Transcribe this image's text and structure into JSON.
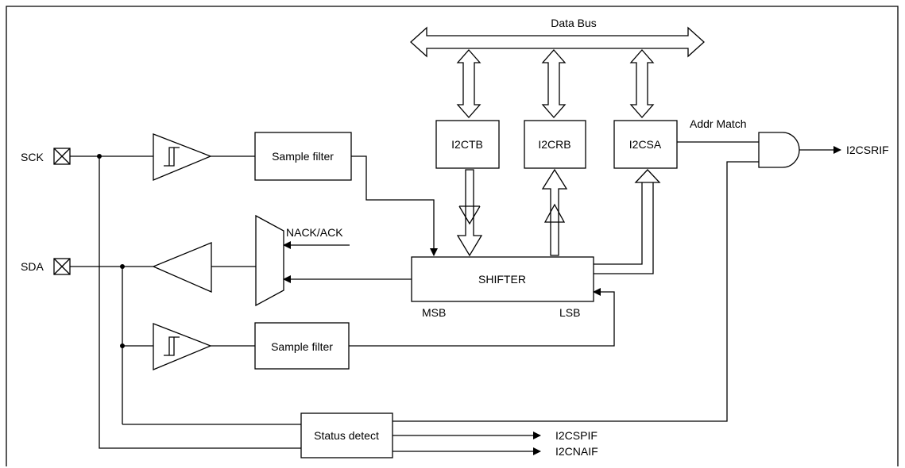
{
  "labels": {
    "data_bus": "Data Bus",
    "addr_match": "Addr Match",
    "i2ctb": "I2CTB",
    "i2crb": "I2CRB",
    "i2csa": "I2CSA",
    "sample_filter_scl": "Sample filter",
    "sample_filter_sda": "Sample filter",
    "shifter": "SHIFTER",
    "msb": "MSB",
    "lsb": "LSB",
    "nack_ack": "NACK/ACK",
    "status_detect": "Status detect",
    "sck": "SCK",
    "sda": "SDA",
    "i2csrif": "I2CSRIF",
    "i2cspif": "I2CSPIF",
    "i2cnaif": "I2CNAIF"
  }
}
